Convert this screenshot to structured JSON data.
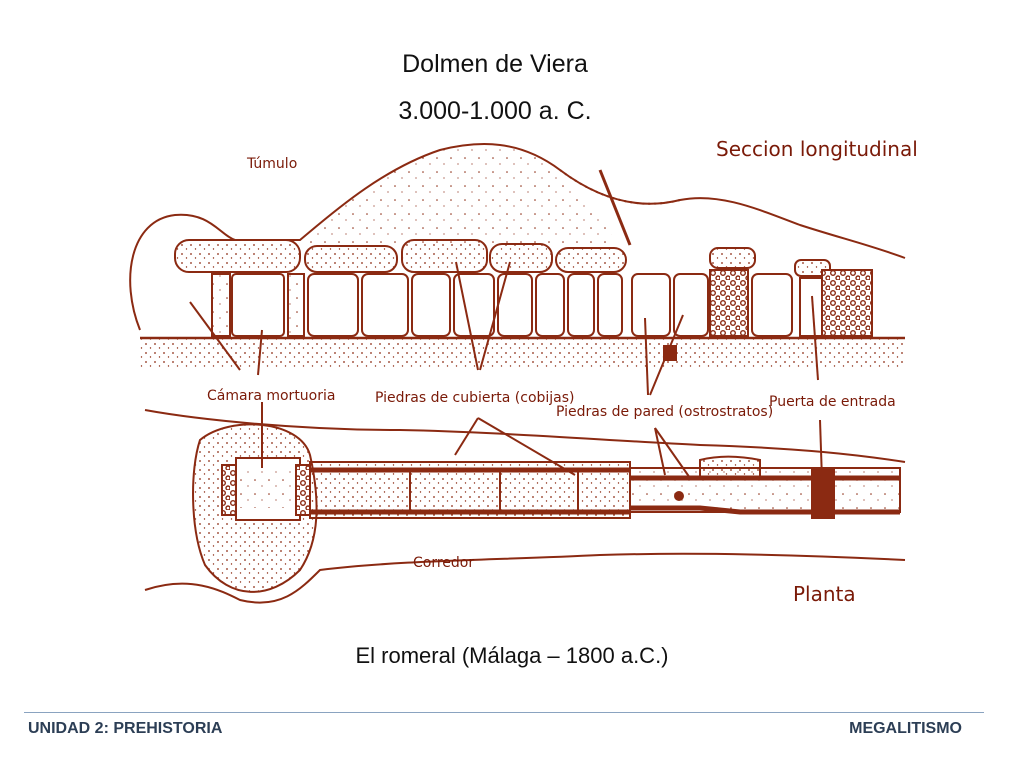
{
  "slide": {
    "title_line1": "Dolmen de Viera",
    "title_line2": "3.000-1.000 a. C.",
    "caption": "El romeral (Málaga – 1800 a.C.)"
  },
  "diagram": {
    "section_heading": "Seccion longitudinal",
    "plan_heading": "Planta",
    "labels": {
      "tumulo": "Túmulo",
      "camara": "Cámara mortuoria",
      "cubierta": "Piedras de cubierta (cobijas)",
      "pared": "Piedras de pared (ostrostratos)",
      "puerta": "Puerta de entrada",
      "corredor": "Corredor"
    },
    "ink_color": "#8b2a12"
  },
  "footer": {
    "left": "UNIDAD 2: PREHISTORIA",
    "right": "MEGALITISMO"
  }
}
